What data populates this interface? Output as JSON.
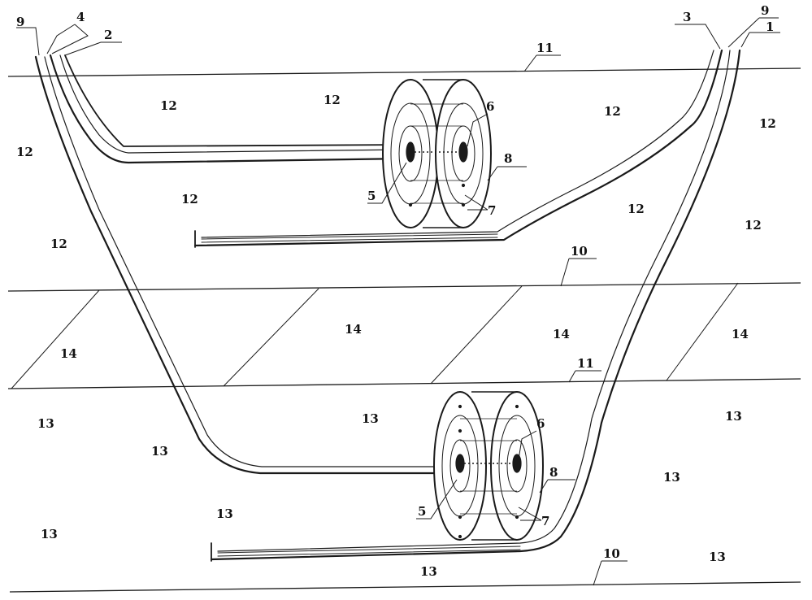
{
  "labels": {
    "l1": "1",
    "l2": "2",
    "l3": "3",
    "l4": "4",
    "l9a": "9",
    "l9b": "9",
    "l11a": "11",
    "l11b": "11",
    "l10a": "10",
    "l10b": "10",
    "l5a": "5",
    "l6a": "6",
    "l7a": "7",
    "l8a": "8",
    "l5b": "5",
    "l6b": "6",
    "l7b": "7",
    "l8b": "8",
    "z12": "12",
    "z13": "13",
    "z14": "14"
  },
  "colors": {
    "line": "#1a1a1a",
    "background": "#ffffff"
  }
}
